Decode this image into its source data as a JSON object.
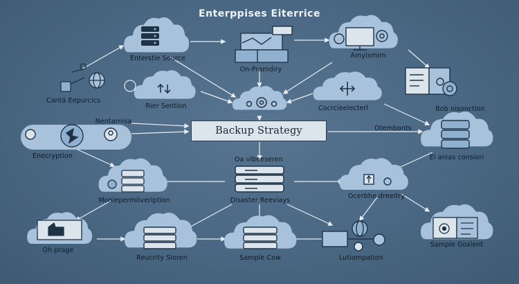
{
  "title": "Enterppises Eiterrice",
  "center": "Backup Strategy",
  "nodes": {
    "enterprise_source": "Enterstie Source",
    "on_pramdiry": "On-Pramdiry",
    "amyismim": "Amyismim",
    "canta_eepurcics": "Cantá Eepurcics",
    "rier_sention": "Rier Sention",
    "cocrcieelecterl": "Cocrcieelecterl",
    "bob_nisonction": "Bob nisonction",
    "nentarnisa": "Nentarnisa",
    "encryption": "Enecryption",
    "otembonts": "Otembonts",
    "el_anias_consiori": "El anias consiori",
    "oavibeeseren": "Oa vibeeseren",
    "moniepermoveription": "Moniepermòveription",
    "disaster_reeviays": "Disaster Reeviays",
    "ocerbheditry": "Ocerbhe dreeitry",
    "oh_prage": "Oh prage",
    "recurity_sioren": "Reucrity Sioren",
    "sample_cow": "Sample Cow",
    "lutiompation": "Lutiompation",
    "sample_govient": "Sample Goxient"
  },
  "colors": {
    "background": "#4a6883",
    "cloud": "#a9c2dc",
    "cloud_dark": "#8fb0cf",
    "icon": "#1e3346",
    "arrow": "#e8eef4",
    "label": "#0f1a26"
  }
}
